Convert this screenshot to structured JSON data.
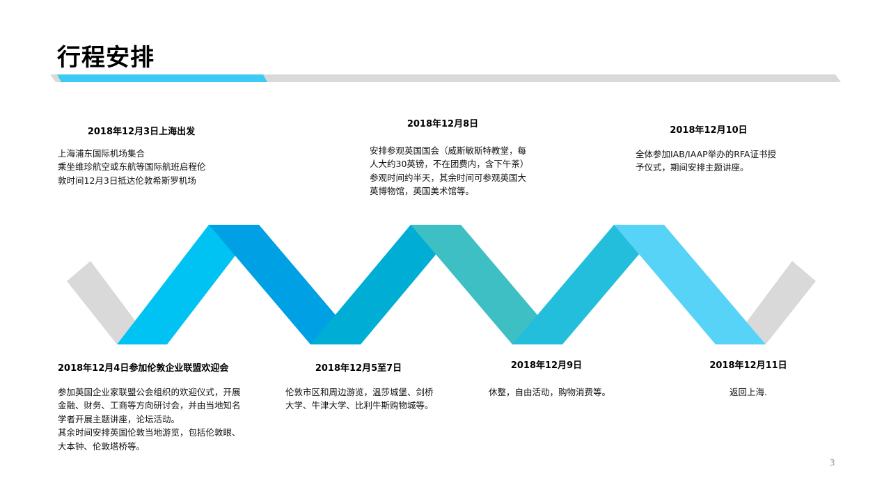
{
  "slide": {
    "title": "行程安排",
    "page_number": "3",
    "colors": {
      "accent_cyan": "#00c0f0",
      "accent_blue": "#00a0e4",
      "accent_teal": "#3ebfc3",
      "accent_light": "#57d3f8",
      "gray": "#d9d9d9"
    }
  },
  "events": {
    "e1": {
      "date": "2018年12月3日上海出发",
      "lines": [
        "上海浦东国际机场集合",
        "乘坐维珍航空或东航等国际航班启程伦",
        "敦时间12月3日抵达伦敦希斯罗机场"
      ]
    },
    "e2": {
      "date": "2018年12月4日参加伦敦企业联盟欢迎会",
      "lines": [
        "参加英国企业家联盟公会组织的欢迎仪式，开展",
        "金融、财务、工商等方向研讨会，并由当地知名",
        "学者开展主题讲座，论坛活动。",
        "其余时间安排英国伦敦当地游览，包括伦敦眼、",
        "大本钟、伦敦塔桥等。"
      ]
    },
    "e3": {
      "date": "2018年12月5至7日",
      "lines": [
        "伦敦市区和周边游览，温莎城堡、剑桥",
        "大学、牛津大学、比利牛斯购物城等。"
      ]
    },
    "e4": {
      "date": "2018年12月8日",
      "lines": [
        "安排参观英国国会（威斯敏斯特教堂，每",
        "人大约30英镑，不在团费内，含下午茶）",
        "参观时间约半天，其余时间可参观英国大",
        "英博物馆，英国美术馆等。"
      ]
    },
    "e5": {
      "date": "2018年12月9日",
      "lines": [
        "休整，自由活动，购物消费等。"
      ]
    },
    "e6": {
      "date": "2018年12月10日",
      "lines": [
        "全体参加IAB/IAAP举办的RFA证书授",
        "予仪式，期间安排主题讲座。"
      ]
    },
    "e7": {
      "date": "2018年12月11日",
      "lines": [
        "返回上海."
      ]
    }
  }
}
